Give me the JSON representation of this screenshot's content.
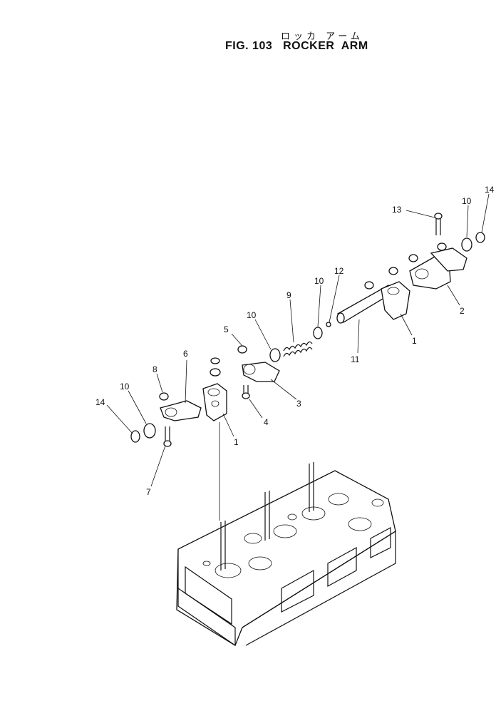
{
  "figure": {
    "title_jp": "ロッカ アーム",
    "title": "FIG. 103   ROCKER  ARM"
  },
  "callouts": [
    "1",
    "1",
    "2",
    "3",
    "4",
    "5",
    "6",
    "7",
    "8",
    "9",
    "10",
    "10",
    "10",
    "10",
    "11",
    "12",
    "13",
    "14",
    "14"
  ]
}
